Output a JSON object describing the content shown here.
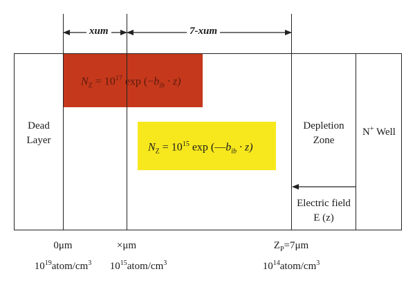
{
  "dimensions": {
    "left_label": "xum",
    "right_label": "7-xum"
  },
  "regions": {
    "dead_layer": [
      "Dead",
      "Layer"
    ],
    "depletion_zone": [
      "Depletion",
      "Zone"
    ],
    "n_well": {
      "base": "N",
      "sup": "+",
      "rest": " Well"
    },
    "electric_field": [
      "Electric field",
      "E (z)"
    ]
  },
  "equations": {
    "red": {
      "n": "N",
      "n_sub": "Z",
      "eq": " = 10",
      "exp": "17",
      "rest": " exp (−",
      "b": "b",
      "b_sub": "ib",
      "tail": " · z)"
    },
    "yellow": {
      "n": "N",
      "n_sub": "Z",
      "eq": " = 10",
      "exp": "15",
      "rest": " exp (—",
      "b": "b",
      "b_sub": "ib",
      "tail": " · z)"
    }
  },
  "positions": {
    "zero": "0μm",
    "x": "×μm",
    "zp": {
      "base": "Z",
      "sub": "P",
      "rest": "=7μm"
    }
  },
  "concentrations": {
    "c1": {
      "base": "10",
      "exp": "19",
      "rest": "atom/cm",
      "pow": "3"
    },
    "c2": {
      "base": "10",
      "exp": "15",
      "rest": "atom/cm",
      "pow": "3"
    },
    "c3": {
      "base": "10",
      "exp": "14",
      "rest": "atom/cm",
      "pow": "3"
    }
  },
  "colors": {
    "red_box": "#c5381c",
    "yellow_box": "#f7e81e"
  }
}
